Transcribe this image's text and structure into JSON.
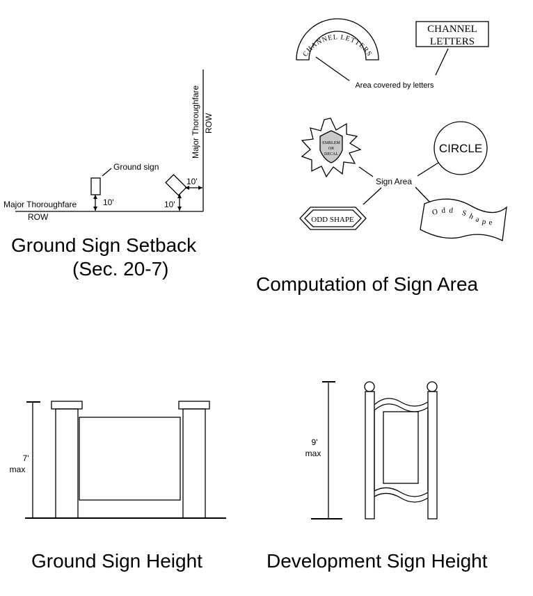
{
  "setback": {
    "title_line1": "Ground Sign Setback",
    "title_line2": "(Sec. 20-7)",
    "road_horizontal": "Major Thoroughfare",
    "road_vertical": "Major Thoroughfare",
    "row_horizontal": "ROW",
    "row_vertical": "ROW",
    "sign_label": "Ground sign",
    "dim_a": "10'",
    "dim_b": "10'",
    "dim_c": "10'"
  },
  "area": {
    "title": "Computation of Sign Area",
    "arc_text": "CHANNEL LETTERS",
    "box_line1": "CHANNEL",
    "box_line2": "LETTERS",
    "covered_label": "Area covered by letters",
    "emblem_line1": "EMBLEM",
    "emblem_line2": "OR",
    "emblem_line3": "DECAL",
    "circle_label": "CIRCLE",
    "sign_area_label": "Sign Area",
    "odd_shape_label": "ODD SHAPE",
    "wave_text": "Odd Shape"
  },
  "ground_height": {
    "title": "Ground Sign Height",
    "dim_value": "7'",
    "dim_unit": "max"
  },
  "development_height": {
    "title": "Development Sign Height",
    "dim_value": "9'",
    "dim_unit": "max"
  }
}
